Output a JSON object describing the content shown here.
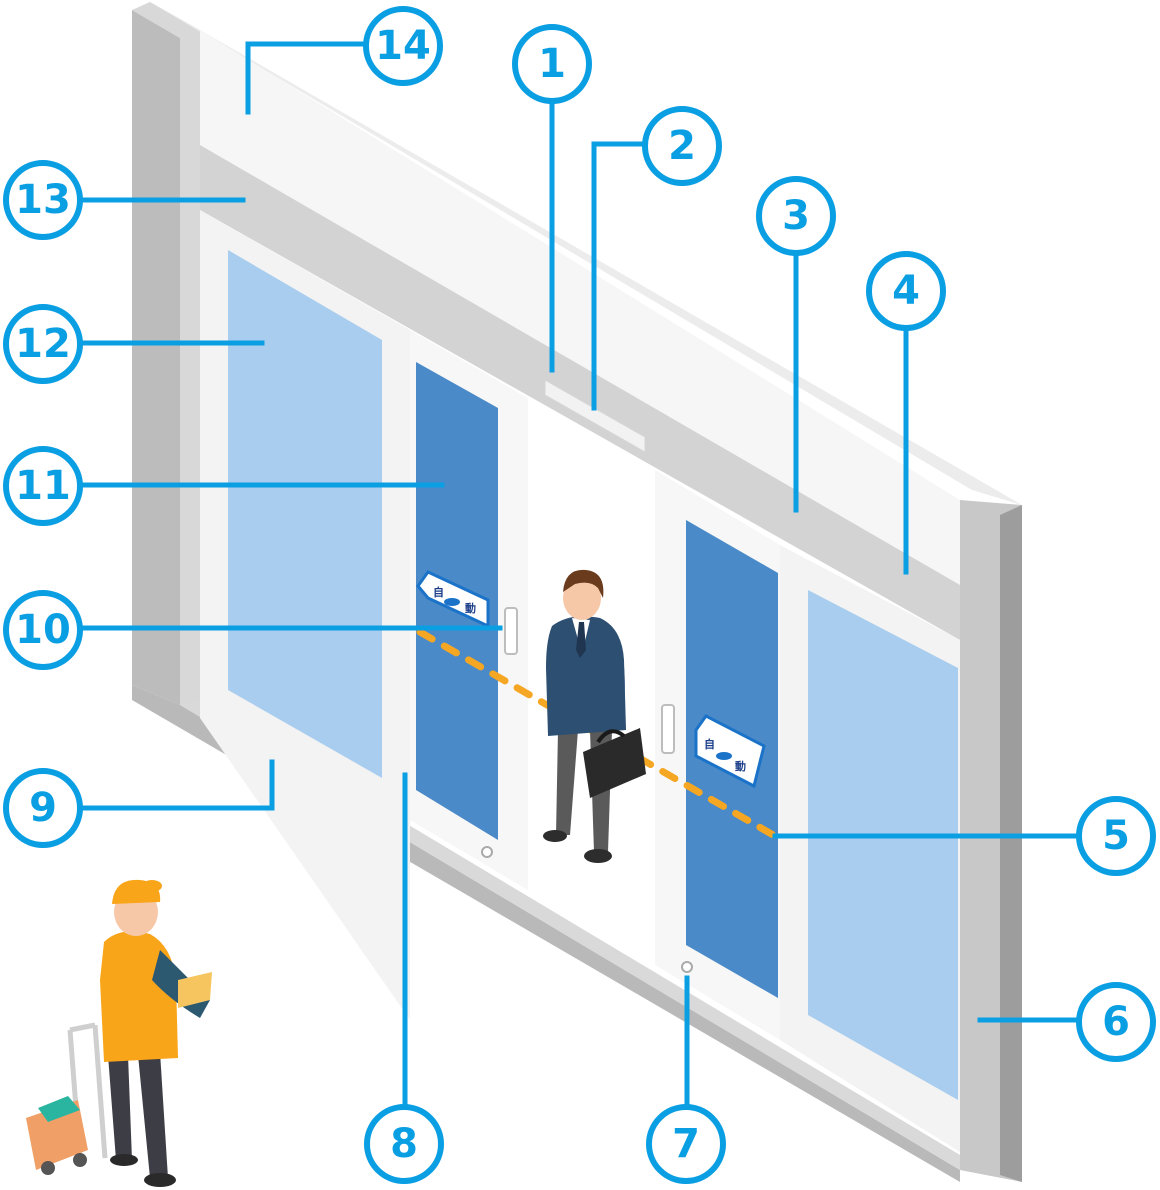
{
  "callouts": [
    {
      "id": "1",
      "label": "1"
    },
    {
      "id": "2",
      "label": "2"
    },
    {
      "id": "3",
      "label": "3"
    },
    {
      "id": "4",
      "label": "4"
    },
    {
      "id": "5",
      "label": "5"
    },
    {
      "id": "6",
      "label": "6"
    },
    {
      "id": "7",
      "label": "7"
    },
    {
      "id": "8",
      "label": "8"
    },
    {
      "id": "9",
      "label": "9"
    },
    {
      "id": "10",
      "label": "10"
    },
    {
      "id": "11",
      "label": "11"
    },
    {
      "id": "12",
      "label": "12"
    },
    {
      "id": "13",
      "label": "13"
    },
    {
      "id": "14",
      "label": "14"
    }
  ],
  "door_sign": {
    "char_left": "自",
    "char_right": "動"
  },
  "colors": {
    "callout_blue": "#0a9ee3",
    "wall_gray": "#c9c9c9",
    "frame_white": "#f4f4f4",
    "glass_light": "#a9cdee",
    "glass_dark": "#4a8ac8",
    "sensor_beam": "#f5a623"
  }
}
